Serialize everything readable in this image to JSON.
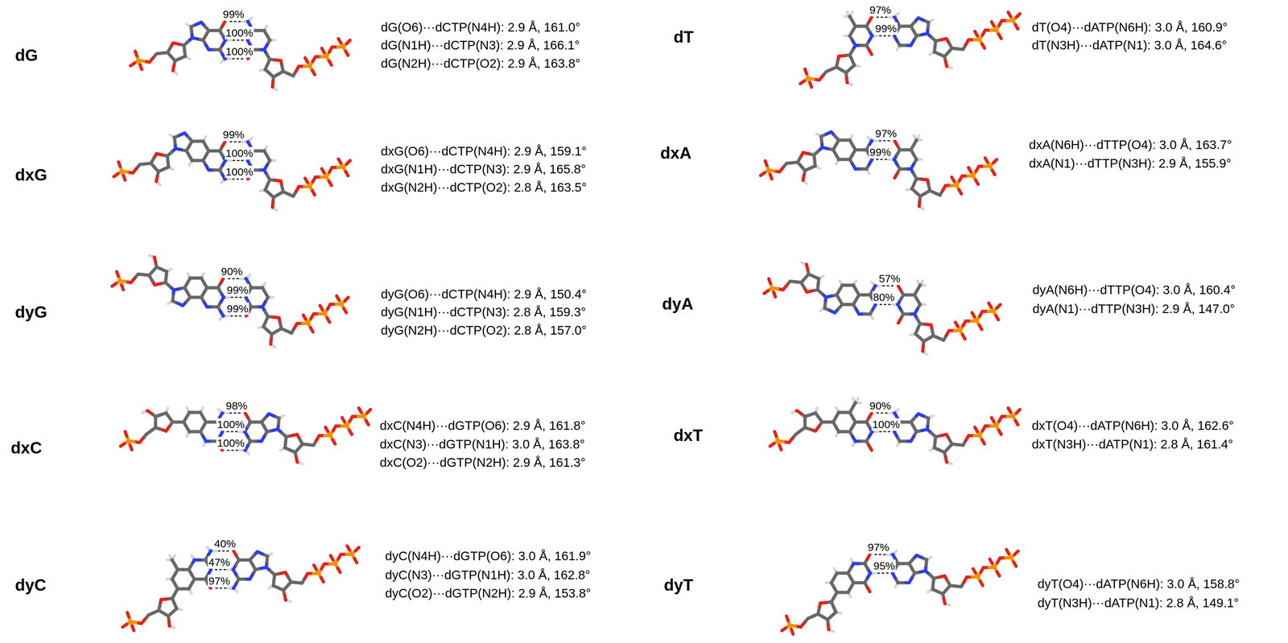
{
  "diagram": {
    "labels": [
      "dG",
      "99%",
      "100%",
      "100%",
      "dG(O6)···dCTP(N4H): 2.9 Å, 161.0°",
      "dG(N1H)···dCTP(N3): 2.9 Å, 166.1°",
      "dG(N2H)···dCTP(O2): 2.9 Å, 163.8°",
      "dT",
      "97%",
      "99%",
      "dT(O4)···dATP(N6H): 3.0 Å, 160.9°",
      "dT(N3H)···dATP(N1): 3.0 Å, 164.6°",
      "dxG",
      "99%",
      "100%",
      "100%",
      "dxG(O6)···dCTP(N4H): 2.9 Å, 159.1°",
      "dxG(N1H)···dCTP(N3): 2.9 Å, 165.8°",
      "dxG(N2H)···dCTP(O2): 2.8 Å, 163.5°",
      "dxA",
      "97%",
      "99%",
      "dxA(N6H)···dTTP(O4): 3.0 Å, 163.7°",
      "dxA(N1)···dTTP(N3H): 2.9 Å, 155.9°",
      "dyG",
      "90%",
      "99%",
      "99%",
      "dyG(O6)···dCTP(N4H): 2.9 Å, 150.4°",
      "dyG(N1H)···dCTP(N3): 2.8 Å, 159.3°",
      "dyG(N2H)···dCTP(O2): 2.8 Å, 157.0°",
      "dyA",
      "57%",
      "80%",
      "dyA(N6H)···dTTP(O4): 3.0 Å, 160.4°",
      "dyA(N1)···dTTP(N3H): 2.9 Å, 147.0°",
      "dxC",
      "98%",
      "100%",
      "100%",
      "dxC(N4H)···dGTP(O6): 2.9 Å, 161.8°",
      "dxC(N3)···dGTP(N1H): 3.0 Å, 163.8°",
      "dxC(O2)···dGTP(N2H): 2.9 Å, 161.3°",
      "dxT",
      "90%",
      "100%",
      "dxT(O4)···dATP(N6H): 3.0 Å, 162.6°",
      "dxT(N3H)···dATP(N1): 2.8 Å, 161.4°",
      "dyC",
      "40%",
      "47%",
      "97%",
      "dyC(N4H)···dGTP(O6): 3.0 Å, 161.9°",
      "dyC(N3)···dGTP(N1H): 3.0 Å, 162.8°",
      "dyC(O2)···dGTP(N2H): 2.9 Å, 153.8°",
      "dyT",
      "97%",
      "95%",
      "dyT(O4)···dATP(N6H): 3.0 Å, 158.8°",
      "dyT(N3H)···dATP(N1): 2.8 Å, 149.1°"
    ]
  }
}
